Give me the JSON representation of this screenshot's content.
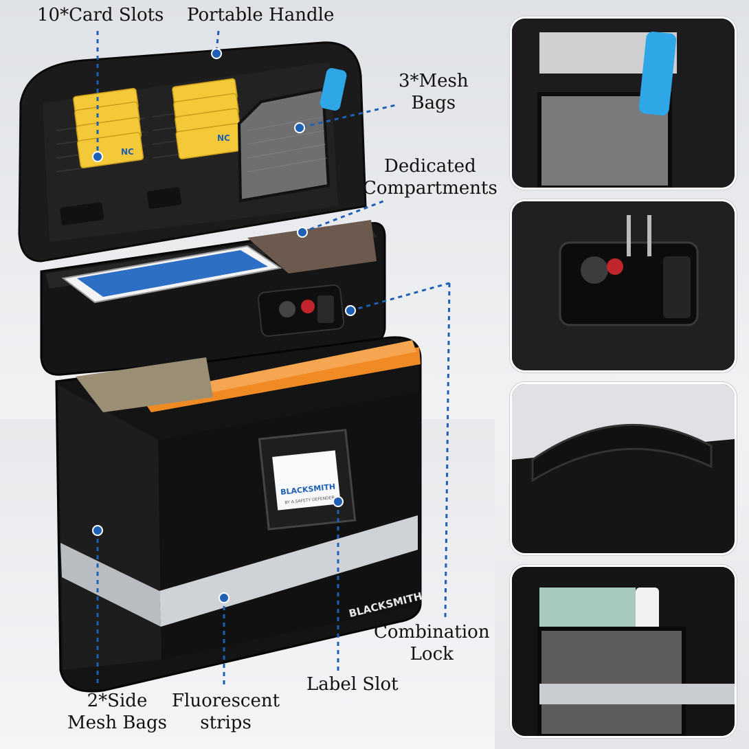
{
  "callouts": {
    "card_slots": "10*Card Slots",
    "portable_handle": "Portable Handle",
    "mesh_bags_line1": "3*Mesh",
    "mesh_bags_line2": "Bags",
    "dedicated_line1": "Dedicated",
    "dedicated_line2": "Compartments",
    "combination_line1": "Combination",
    "combination_line2": "Lock",
    "label_slot": "Label Slot",
    "side_mesh_line1": "2*Side",
    "side_mesh_line2": "Mesh Bags",
    "fluorescent_line1": "Fluorescent",
    "fluorescent_line2": "strips"
  },
  "brand": {
    "logo_text": "BLACKSMITH",
    "logo_subtext": "BY A SAFETY DEFENDER",
    "side_logo_text": "BLACKSMITH",
    "card_text": "NC"
  },
  "colors": {
    "accent_blue": "#1f5fb4",
    "bag_black": "#141414",
    "folder_orange": "#f08a24",
    "card_yellow": "#f3c93a",
    "reflective_strip": "#cfd2d6"
  },
  "detail_panels": [
    {
      "subject": "mesh-bag-detail"
    },
    {
      "subject": "combination-lock-detail"
    },
    {
      "subject": "handle-detail"
    },
    {
      "subject": "side-mesh-detail"
    }
  ]
}
